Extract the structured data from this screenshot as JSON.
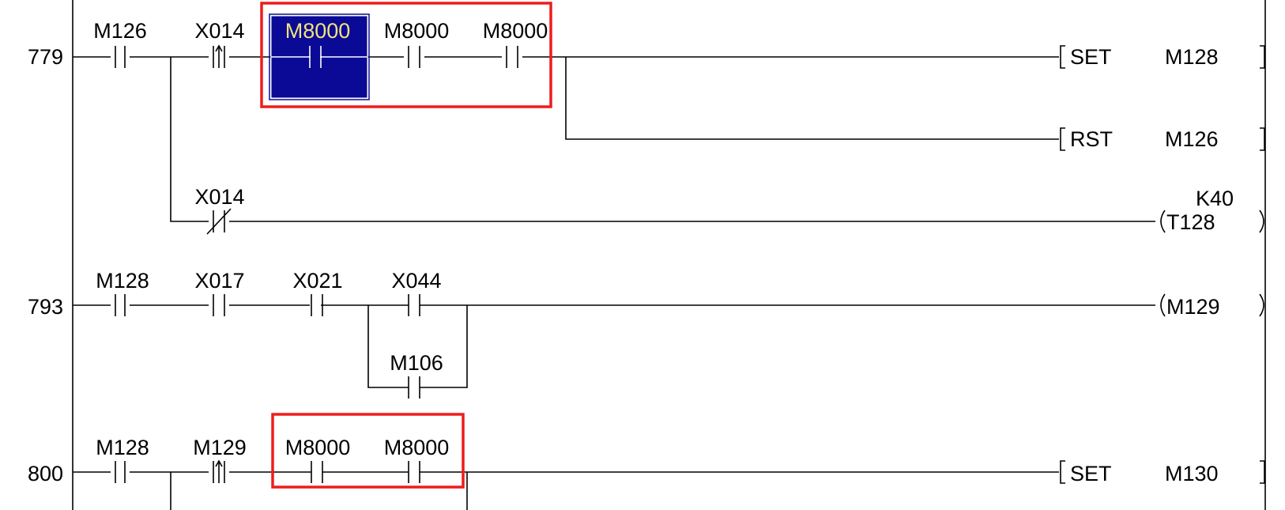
{
  "rungs": [
    {
      "step": "779",
      "contacts": [
        {
          "label": "M126",
          "type": "NO"
        },
        {
          "label": "X014",
          "type": "rising-edge"
        },
        {
          "label": "M8000",
          "type": "NO",
          "selected": true
        },
        {
          "label": "M8000",
          "type": "NO"
        },
        {
          "label": "M8000",
          "type": "NO"
        }
      ],
      "branch_contacts": [
        {
          "label": "X014",
          "type": "NC"
        }
      ],
      "outputs": [
        {
          "kind": "instruction",
          "instruction": "SET",
          "operand": "M128"
        },
        {
          "kind": "instruction",
          "instruction": "RST",
          "operand": "M126"
        },
        {
          "kind": "coil",
          "operand": "T128",
          "setpoint": "K40"
        }
      ]
    },
    {
      "step": "793",
      "contacts": [
        {
          "label": "M128",
          "type": "NO"
        },
        {
          "label": "X017",
          "type": "NO"
        },
        {
          "label": "X021",
          "type": "NO"
        },
        {
          "label": "X044",
          "type": "NO"
        }
      ],
      "branch_contacts": [
        {
          "label": "M106",
          "type": "NO"
        }
      ],
      "outputs": [
        {
          "kind": "coil",
          "operand": "M129"
        }
      ]
    },
    {
      "step": "800",
      "contacts": [
        {
          "label": "M128",
          "type": "NO"
        },
        {
          "label": "M129",
          "type": "rising-edge"
        },
        {
          "label": "M8000",
          "type": "NO"
        },
        {
          "label": "M8000",
          "type": "NO"
        }
      ],
      "outputs": [
        {
          "kind": "instruction",
          "instruction": "SET",
          "operand": "M130"
        }
      ]
    }
  ],
  "colors": {
    "selection_fill": "#0a0a96",
    "selection_text": "#f3e27a",
    "highlight_box": "#ee1c1c",
    "wire": "#000000",
    "background": "#ffffff"
  }
}
